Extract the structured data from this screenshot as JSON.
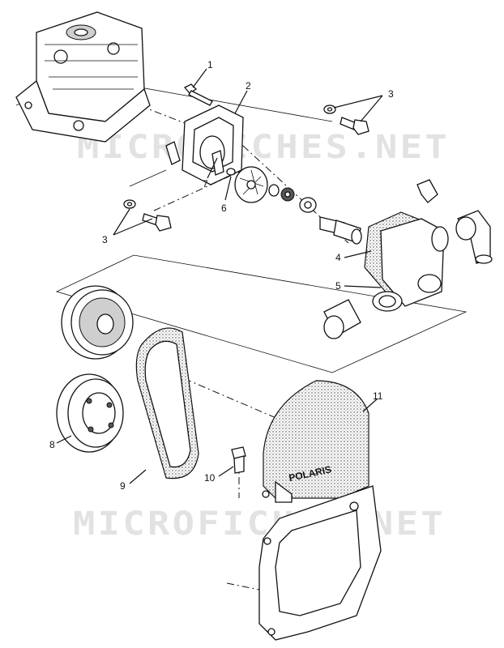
{
  "watermarks": [
    "MICROFICHES.NET",
    "MICROFICHES.NET"
  ],
  "logo_text": "POLARIS",
  "callouts": [
    {
      "id": "1",
      "label": "1"
    },
    {
      "id": "2",
      "label": "2"
    },
    {
      "id": "3a",
      "label": "3"
    },
    {
      "id": "3b",
      "label": "3"
    },
    {
      "id": "4",
      "label": "4"
    },
    {
      "id": "5",
      "label": "5"
    },
    {
      "id": "6",
      "label": "6"
    },
    {
      "id": "7",
      "label": "7"
    },
    {
      "id": "8",
      "label": "8"
    },
    {
      "id": "9",
      "label": "9"
    },
    {
      "id": "10",
      "label": "10"
    },
    {
      "id": "11",
      "label": "11"
    }
  ]
}
